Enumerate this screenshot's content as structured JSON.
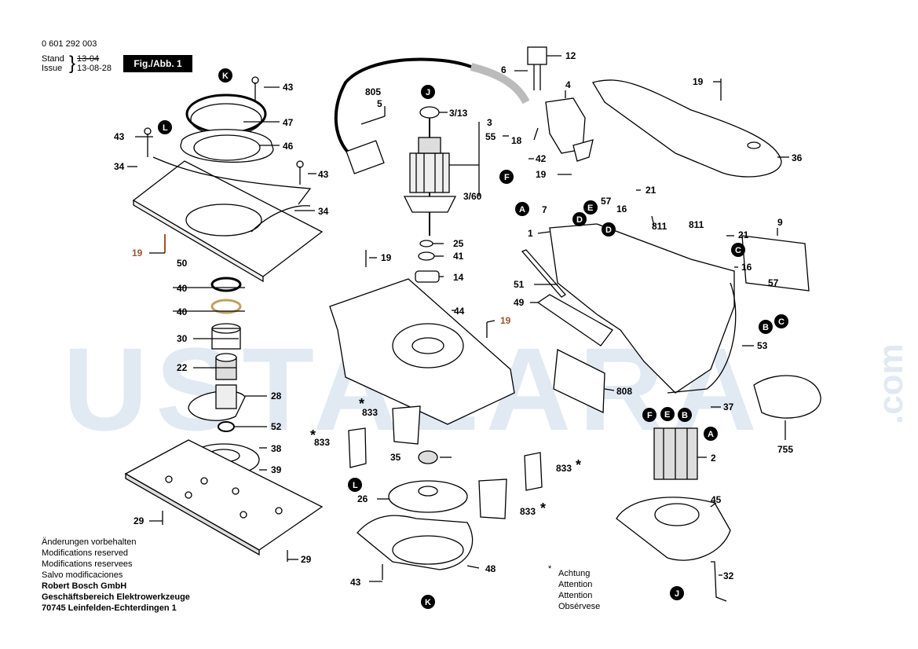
{
  "header": {
    "doc_number": "0 601 292 003",
    "stand_label": "Stand",
    "issue_label": "Issue",
    "stand_date": "13-04",
    "issue_date": "13-08-28",
    "figure": "Fig./Abb. 1"
  },
  "footer": {
    "lines": [
      "Änderungen vorbehalten",
      "Modifications reserved",
      "Modifications reservees",
      "Salvo modificaciones"
    ],
    "company_lines": [
      "Robert Bosch GmbH",
      "Geschäftsbereich Elektrowerkzeuge",
      "70745 Leinfelden-Echterdingen 1"
    ]
  },
  "note": {
    "marker": "*",
    "lines": [
      "Achtung",
      "Attention",
      "Attention",
      "Obsérvese"
    ]
  },
  "watermark": {
    "text": "USTALARA",
    "suffix": ".com",
    "color": "#c9d8ea"
  },
  "part_labels": [
    {
      "id": "43a",
      "text": "43"
    },
    {
      "id": "47",
      "text": "47"
    },
    {
      "id": "43b",
      "text": "43"
    },
    {
      "id": "46",
      "text": "46"
    },
    {
      "id": "34a",
      "text": "34"
    },
    {
      "id": "43c",
      "text": "43"
    },
    {
      "id": "34b",
      "text": "34"
    },
    {
      "id": "19a",
      "text": "19"
    },
    {
      "id": "50",
      "text": "50"
    },
    {
      "id": "40a",
      "text": "40"
    },
    {
      "id": "40b",
      "text": "40"
    },
    {
      "id": "30",
      "text": "30"
    },
    {
      "id": "22",
      "text": "22"
    },
    {
      "id": "28",
      "text": "28"
    },
    {
      "id": "52",
      "text": "52"
    },
    {
      "id": "38",
      "text": "38"
    },
    {
      "id": "39",
      "text": "39"
    },
    {
      "id": "29a",
      "text": "29"
    },
    {
      "id": "29b",
      "text": "29"
    },
    {
      "id": "805",
      "text": "805"
    },
    {
      "id": "5",
      "text": "5"
    },
    {
      "id": "313",
      "text": "3/13"
    },
    {
      "id": "3",
      "text": "3"
    },
    {
      "id": "360",
      "text": "3/60"
    },
    {
      "id": "25",
      "text": "25"
    },
    {
      "id": "41",
      "text": "41"
    },
    {
      "id": "14",
      "text": "14"
    },
    {
      "id": "19b",
      "text": "19"
    },
    {
      "id": "44",
      "text": "44"
    },
    {
      "id": "19c",
      "text": "19"
    },
    {
      "id": "833a",
      "text": "833"
    },
    {
      "id": "833b",
      "text": "833"
    },
    {
      "id": "35",
      "text": "35"
    },
    {
      "id": "833c",
      "text": "833"
    },
    {
      "id": "26",
      "text": "26"
    },
    {
      "id": "833d",
      "text": "833"
    },
    {
      "id": "48",
      "text": "48"
    },
    {
      "id": "43d",
      "text": "43"
    },
    {
      "id": "6",
      "text": "6"
    },
    {
      "id": "12",
      "text": "12"
    },
    {
      "id": "4",
      "text": "4"
    },
    {
      "id": "55",
      "text": "55"
    },
    {
      "id": "18",
      "text": "18"
    },
    {
      "id": "42",
      "text": "42"
    },
    {
      "id": "19d",
      "text": "19"
    },
    {
      "id": "7",
      "text": "7"
    },
    {
      "id": "57a",
      "text": "57"
    },
    {
      "id": "21a",
      "text": "21"
    },
    {
      "id": "16a",
      "text": "16"
    },
    {
      "id": "811a",
      "text": "811"
    },
    {
      "id": "1",
      "text": "1"
    },
    {
      "id": "51",
      "text": "51"
    },
    {
      "id": "49",
      "text": "49"
    },
    {
      "id": "808",
      "text": "808"
    },
    {
      "id": "19e",
      "text": "19"
    },
    {
      "id": "36",
      "text": "36"
    },
    {
      "id": "811b",
      "text": "811"
    },
    {
      "id": "9",
      "text": "9"
    },
    {
      "id": "21b",
      "text": "21"
    },
    {
      "id": "16b",
      "text": "16"
    },
    {
      "id": "57b",
      "text": "57"
    },
    {
      "id": "53",
      "text": "53"
    },
    {
      "id": "37",
      "text": "37"
    },
    {
      "id": "755",
      "text": "755"
    },
    {
      "id": "2",
      "text": "2"
    },
    {
      "id": "45",
      "text": "45"
    },
    {
      "id": "32",
      "text": "32"
    }
  ],
  "pins": [
    {
      "id": "K1",
      "text": "K"
    },
    {
      "id": "L1",
      "text": "L"
    },
    {
      "id": "J1",
      "text": "J"
    },
    {
      "id": "F1",
      "text": "F"
    },
    {
      "id": "A1",
      "text": "A"
    },
    {
      "id": "D1",
      "text": "D"
    },
    {
      "id": "E1",
      "text": "E"
    },
    {
      "id": "D2",
      "text": "D"
    },
    {
      "id": "C1",
      "text": "C"
    },
    {
      "id": "B1",
      "text": "B"
    },
    {
      "id": "C2",
      "text": "C"
    },
    {
      "id": "F2",
      "text": "F"
    },
    {
      "id": "E2",
      "text": "E"
    },
    {
      "id": "B2",
      "text": "B"
    },
    {
      "id": "A2",
      "text": "A"
    },
    {
      "id": "L2",
      "text": "L"
    },
    {
      "id": "K2",
      "text": "K"
    },
    {
      "id": "J2",
      "text": "J"
    }
  ],
  "stars": [
    "*",
    "*",
    "*",
    "*"
  ]
}
